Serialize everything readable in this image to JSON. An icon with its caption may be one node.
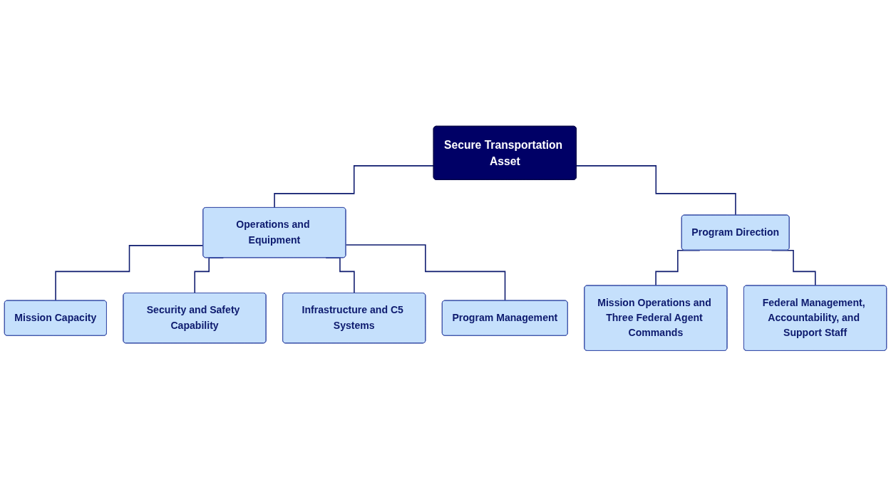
{
  "diagram": {
    "nodes": [
      {
        "text": [
          "Secure Transportation Asset"
        ]
      },
      {
        "text": [
          "Operations and Equipment"
        ]
      },
      {
        "text": [
          "Program Direction"
        ]
      },
      {
        "text": [
          "Mission Capacity"
        ]
      },
      {
        "text": [
          "Security and Safety Capability"
        ]
      },
      {
        "text": [
          "Infrastructure and C5 Systems"
        ]
      },
      {
        "text": [
          "Program Management"
        ]
      },
      {
        "text": [
          "Mission Operations and Three Federal Agent Commands"
        ]
      },
      {
        "text": [
          "Federal Management, Accountability, and Support Staff"
        ]
      }
    ],
    "edges": [
      {
        "from": 0,
        "to": 1,
        "arrow": "none"
      },
      {
        "from": 0,
        "to": 2,
        "arrow": "none"
      },
      {
        "from": 1,
        "to": 3,
        "arrow": "none"
      },
      {
        "from": 1,
        "to": 4,
        "arrow": "none"
      },
      {
        "from": 1,
        "to": 5,
        "arrow": "none"
      },
      {
        "from": 1,
        "to": 6,
        "arrow": "none"
      },
      {
        "from": 2,
        "to": 7,
        "arrow": "none"
      },
      {
        "from": 2,
        "to": 8,
        "arrow": "none"
      }
    ]
  }
}
